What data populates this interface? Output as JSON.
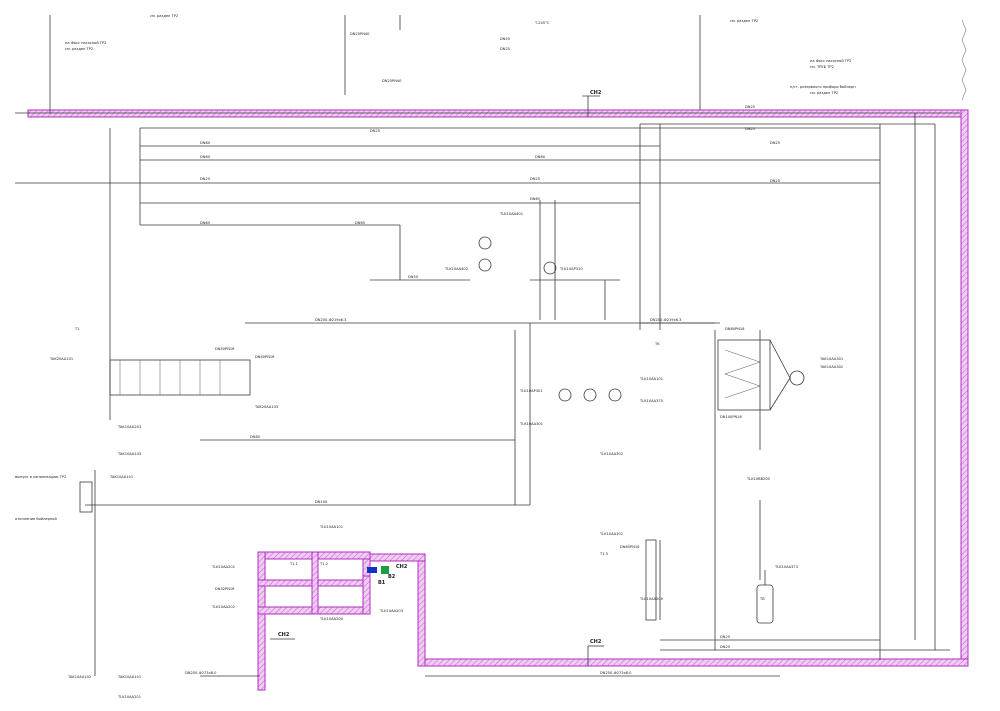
{
  "colors": {
    "line": "#3a3a3a",
    "boundary": "#b030c0",
    "boundary_fill": "#e9b8ef",
    "accent_blue": "#1030c8",
    "accent_green": "#1aa040"
  },
  "tags": {
    "ch2_top": "CH2",
    "ch2_left": "CH2",
    "ch2_right": "CH2",
    "ch2_bottom": "CH2",
    "b1": "B1",
    "b2": "B2"
  },
  "labels": {
    "see_section_tr2_a": "см. раздел ТР2",
    "to_fire_pump_a": "на Фосс насосной ТР2",
    "see_section_tr2_b": "см. раздел ТР2",
    "see_section_top_right": "см. раздел ТР2",
    "to_fire_pump_b": "на Фосс насосной ТР2",
    "see_section_tr2_c": "см. ТРЕБ ТР2",
    "to_steam_reserve": "п/ст. резервного прибора бойлерн",
    "see_section_tr2_d": "см. раздел ТР2",
    "dn25_pn40_a": "DN25PN40",
    "dn25_pn40_b": "DN25PN40",
    "t245": "T-245°C",
    "dn25_a": "DN25",
    "dn25_b": "DN25",
    "dn25_c": "DN25",
    "dn25_d": "DN25",
    "dn25_e": "DN25",
    "dn25_f": "DN25",
    "dn25_g": "DN25",
    "dn25_h": "DN25",
    "dn25_i": "DN25",
    "dn25_j": "DN25",
    "dn25_k": "DN25",
    "dn80_a": "DN80",
    "dn80_b": "DN80",
    "dn80_c": "DN80",
    "dn80_d": "DN80",
    "dn65_a": "DN65",
    "dn65_b": "DN65",
    "dn65_c": "DN65",
    "dn50_a": "DN50",
    "dn100_a": "DN100",
    "dn200_line": "DN200-Ф219х6.3",
    "dn250_line": "DN250-Ф273х8.0",
    "dn200_right": "DN200-Ф219х6.3",
    "tlk_a": "TLK10AA401",
    "tlk_b": "TLK10AP310",
    "tlk_c": "TLK10AA402",
    "tlk_d": "TLK10AA200",
    "tlk_e": "TLK10AA301",
    "tlk_f": "TLK10AA302",
    "tlk_g": "TLK10AA102",
    "tlk_h": "TLK10AA101",
    "tlk_i": "TLK10AP301",
    "tlk_j": "TLK10BB200",
    "tlk_k": "TLK10AA373",
    "tlk_l": "TLK10AA370",
    "tak_a": "TAK10AA203",
    "tak_b": "TAK10AA103",
    "tak_c": "TAK10AA101",
    "tak_d": "TAK20AA103",
    "tak_e": "TAK20AA101",
    "tak_f": "TAK10AA301",
    "tak_g": "TAK10AA302",
    "tlk_bottom_a": "TLK10AA201",
    "tlk_bottom_b": "TLK10AA202",
    "tlk_bottom_c": "TLK10AA203",
    "tlk_bottom_d": "TLK10AA200",
    "tlk_bottom_e": "TLK10AA101",
    "tk_label_a": "TK",
    "tk_label_b": "TB",
    "t11": "T1.1",
    "t12": "T1.2",
    "t13": "T1.3",
    "t1": "T1",
    "to_drain": "выпуск в канализацию ТР2",
    "to_heating": "отопление бойлерной",
    "bottom_tak_a": "TAK10AA102",
    "bottom_tak_b": "TAK10AA101",
    "bottom_tlk": "TLK10AA201",
    "dn40_pn16": "DN40PN16",
    "dn50_pn16": "DN50PN16",
    "dn32_pn16": "DN32PN16",
    "dn80_pn16": "DN80PN16",
    "dn100_pn16": "DN100PN16",
    "dn65_pn16": "DN65PN16"
  }
}
